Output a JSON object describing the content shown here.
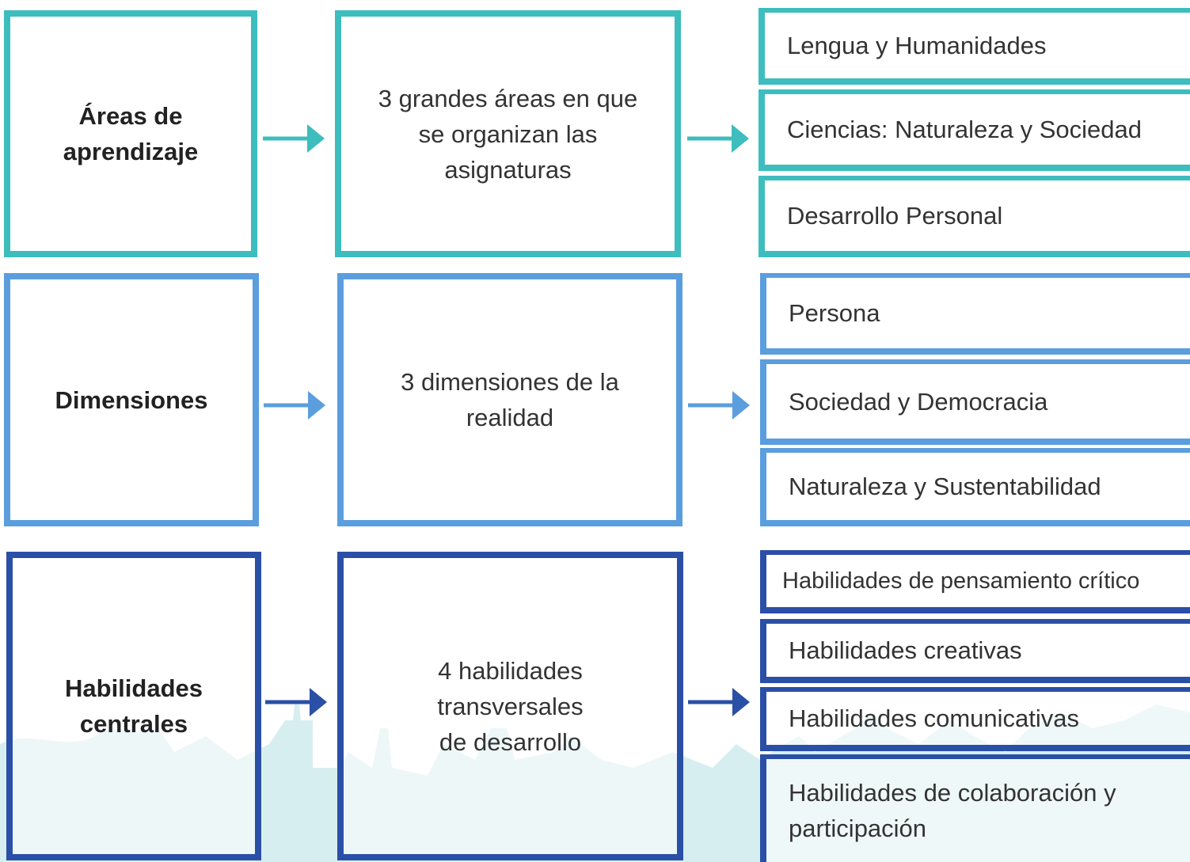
{
  "colors": {
    "teal": "#3dbdbd",
    "lightblue": "#5b9ede",
    "darkblue": "#2a4fa6"
  },
  "rows": [
    {
      "title": "Áreas de aprendizaje",
      "description": "3 grandes áreas en que se organizan las asignaturas",
      "items": [
        "Lengua y Humanidades",
        "Ciencias: Naturaleza y Sociedad",
        "Desarrollo Personal"
      ]
    },
    {
      "title": "Dimensiones",
      "description": "3 dimensiones de la realidad",
      "items": [
        "Persona",
        "Sociedad y Democracia",
        "Naturaleza y Sustentabilidad"
      ]
    },
    {
      "title": "Habilidades centrales",
      "description": "4 habilidades transversales de desarrollo",
      "items": [
        "Habilidades de pensamiento crítico",
        "Habilidades creativas",
        "Habilidades comunicativas",
        "Habilidades de colaboración y participación"
      ]
    }
  ]
}
